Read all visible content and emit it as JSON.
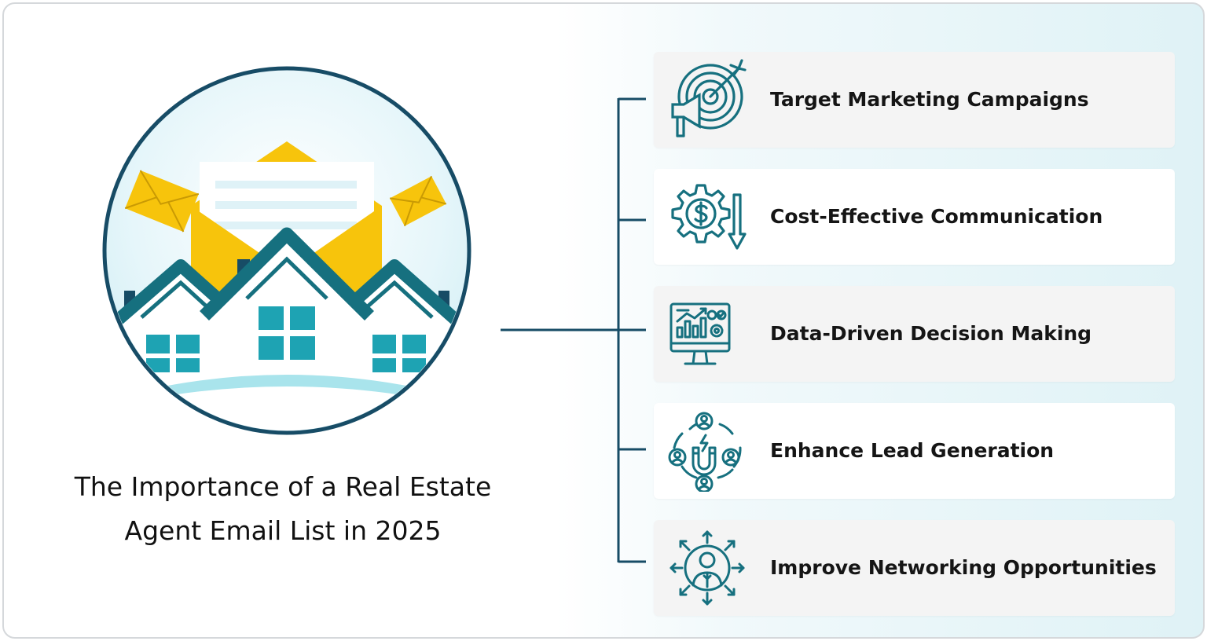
{
  "title": {
    "line1": "The Importance of a Real Estate",
    "line2": "Agent Email List in 2025"
  },
  "colors": {
    "teal": "#16707f",
    "teal_light": "#1ea3b3",
    "navy": "#174c66",
    "yellow": "#f7c40c",
    "sky": "#dff2f7"
  },
  "items": [
    {
      "label": "Target Marketing Campaigns",
      "icon": "target-megaphone-icon"
    },
    {
      "label": "Cost-Effective Communication",
      "icon": "gear-dollar-icon"
    },
    {
      "label": "Data-Driven Decision Making",
      "icon": "analytics-monitor-icon"
    },
    {
      "label": "Enhance Lead Generation",
      "icon": "magnet-people-icon"
    },
    {
      "label": "Improve Networking Opportunities",
      "icon": "person-network-icon"
    }
  ]
}
